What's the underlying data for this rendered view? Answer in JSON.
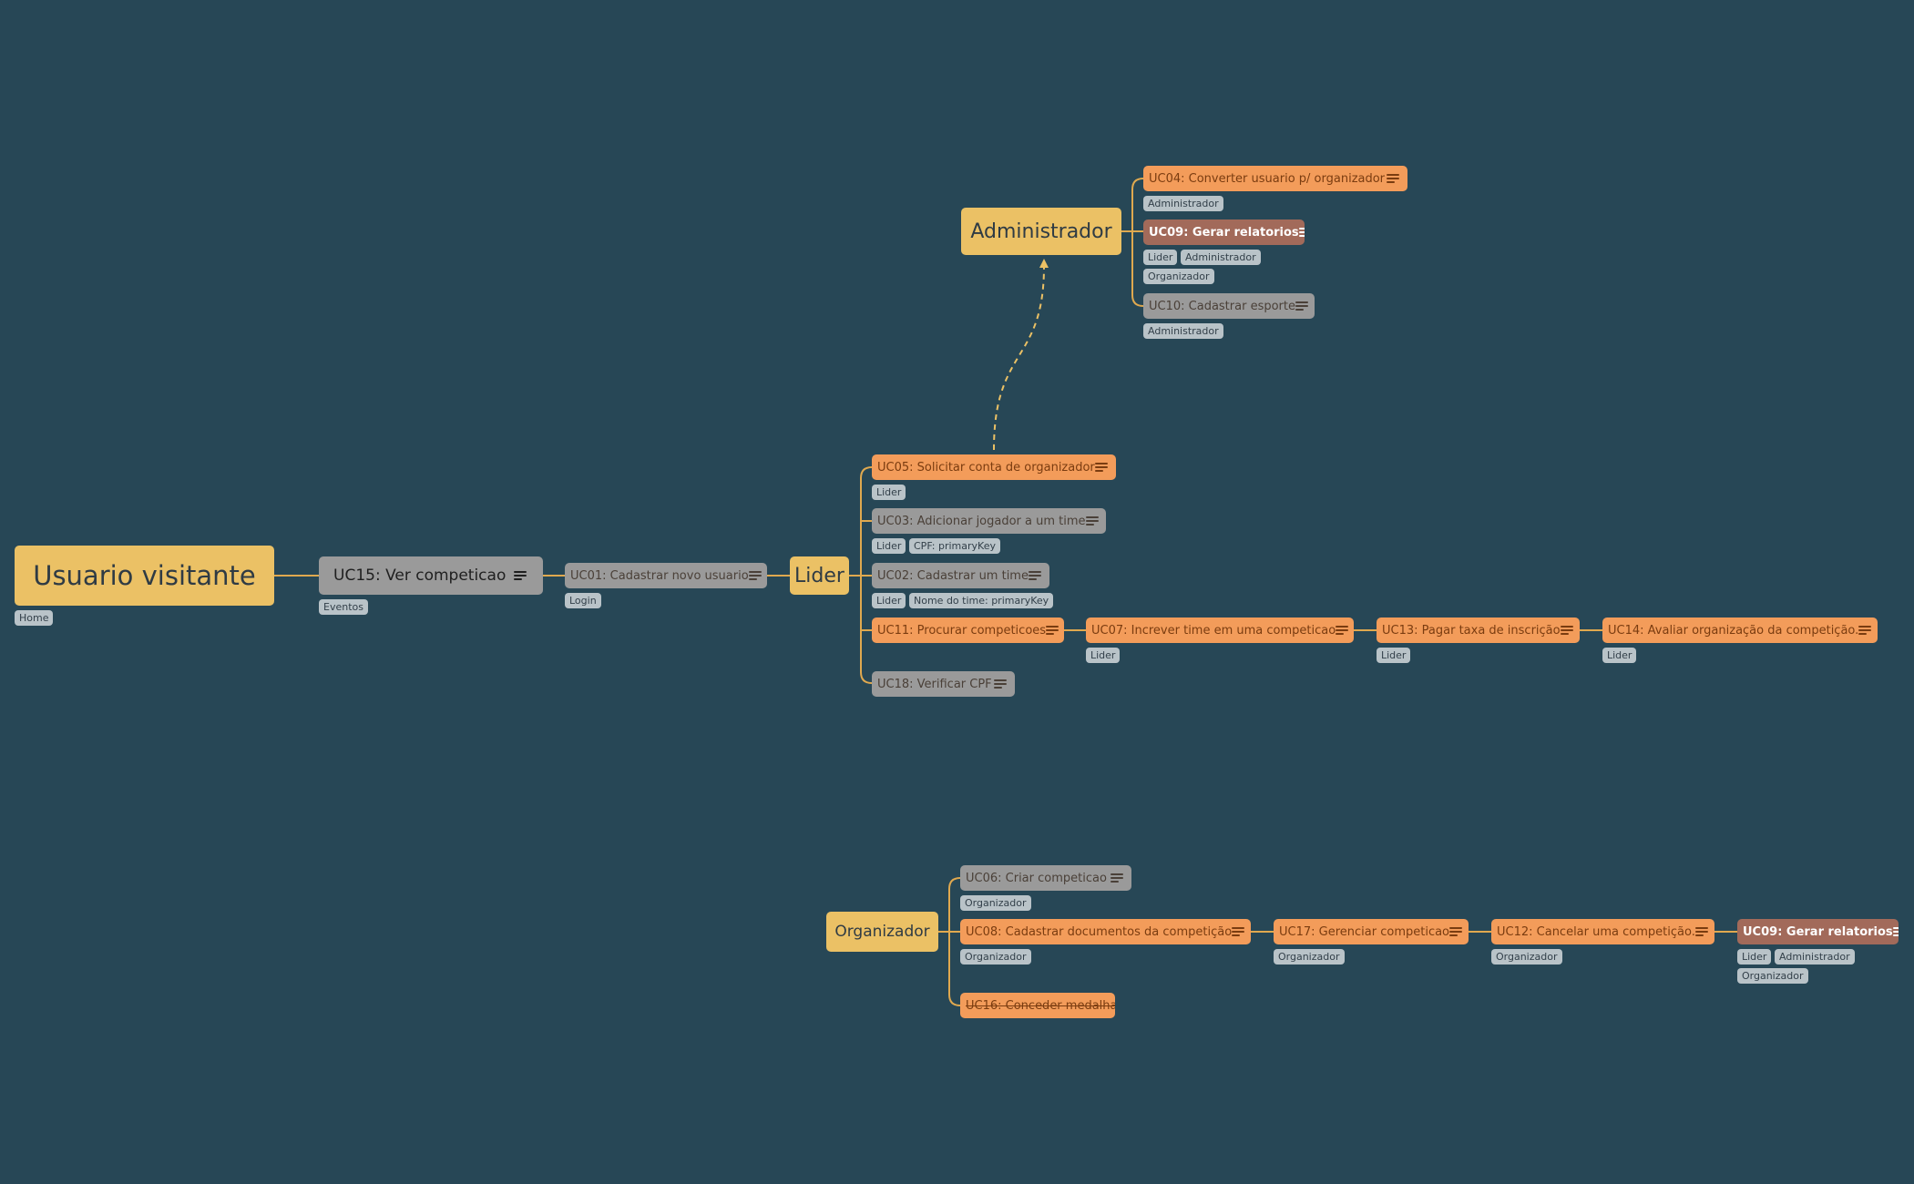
{
  "colors": {
    "background": "#274756",
    "orange_node": "#f39c5a",
    "gray_node": "#9a9a9a",
    "brown_node": "#a26a5a",
    "actor_node": "#ebc165",
    "tag": "#b9c3c8",
    "link": "#e0a94f",
    "dependency_arrow": "#ebc165"
  },
  "actors": {
    "visitante": "Usuario visitante",
    "lider": "Lider",
    "administrador": "Administrador",
    "organizador": "Organizador"
  },
  "nodes": {
    "uc15": "UC15: Ver competicao",
    "uc01": "UC01: Cadastrar novo usuario",
    "uc05": "UC05: Solicitar conta de organizador",
    "uc03": "UC03: Adicionar jogador a um time",
    "uc02": "UC02: Cadastrar um time",
    "uc11": "UC11: Procurar competicoes",
    "uc07": "UC07: Increver time em uma competicao",
    "uc13": "UC13: Pagar taxa de inscrição",
    "uc14": "UC14: Avaliar organização da competição.",
    "uc18": "UC18: Verificar CPF",
    "uc04": "UC04: Converter usuario p/ organizador",
    "uc09": "UC09: Gerar relatorios",
    "uc10": "UC10: Cadastrar esporte",
    "uc06": "UC06: Criar competicao",
    "uc08": "UC08: Cadastrar documentos da competição",
    "uc17": "UC17: Gerenciar competicao",
    "uc12": "UC12: Cancelar uma competição.",
    "uc09b": "UC09: Gerar relatorios",
    "uc16": "UC16: Conceder medalha"
  },
  "tags": {
    "home": "Home",
    "eventos": "Eventos",
    "login": "Login",
    "lider": "Lider",
    "administrador": "Administrador",
    "organizador": "Organizador",
    "cpf_key": "CPF: primaryKey",
    "nome_time_key": "Nome do time: primaryKey"
  }
}
